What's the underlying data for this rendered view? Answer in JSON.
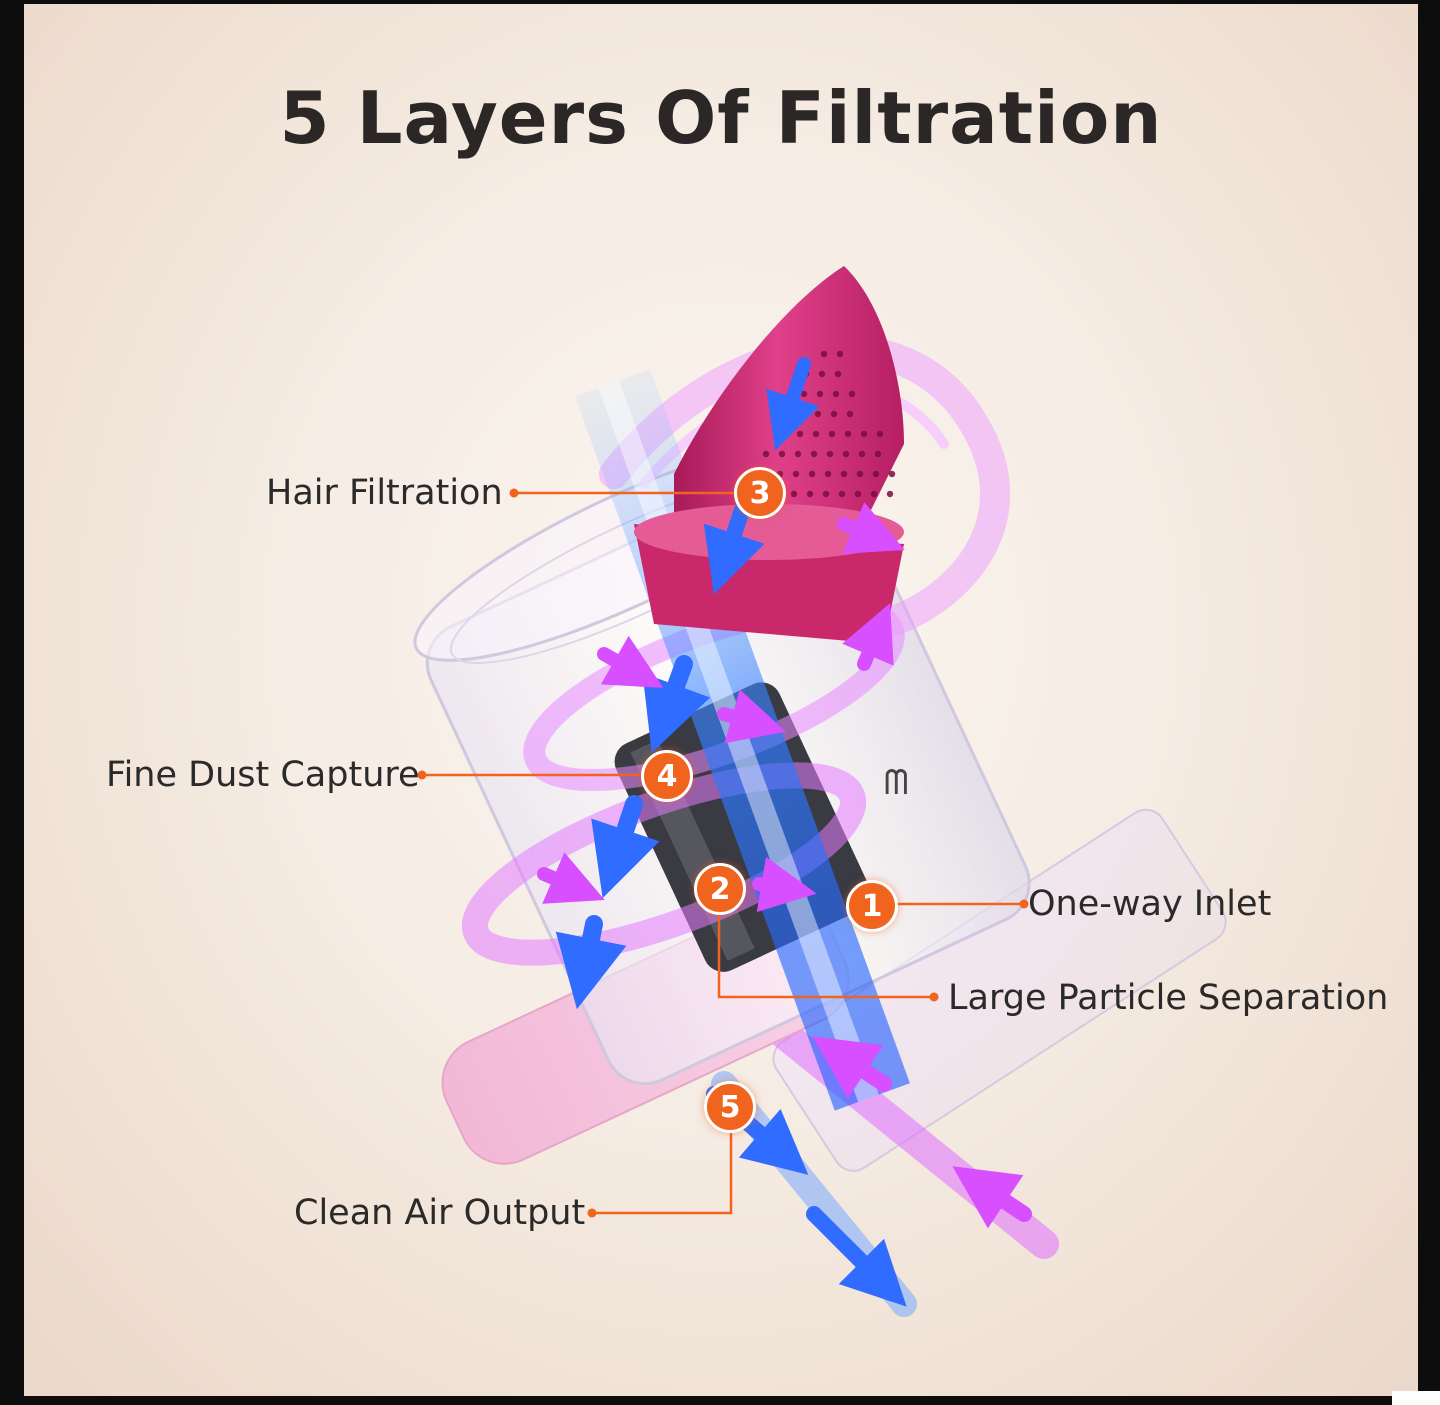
{
  "title": "5 Layers Of Filtration",
  "labels": {
    "hair_filtration": "Hair Filtration",
    "fine_dust_capture": "Fine Dust Capture",
    "one_way_inlet": "One-way Inlet",
    "large_particle_separation": "Large Particle Separation",
    "clean_air_output": "Clean Air Output"
  },
  "markers": {
    "one": "1",
    "two": "2",
    "three": "3",
    "four": "4",
    "five": "5"
  },
  "colors": {
    "accent_orange": "#f0641e",
    "filter_cone_pink": "#d5327a",
    "airflow_blue": "#2f7cff",
    "airflow_magenta": "#e05cff"
  }
}
